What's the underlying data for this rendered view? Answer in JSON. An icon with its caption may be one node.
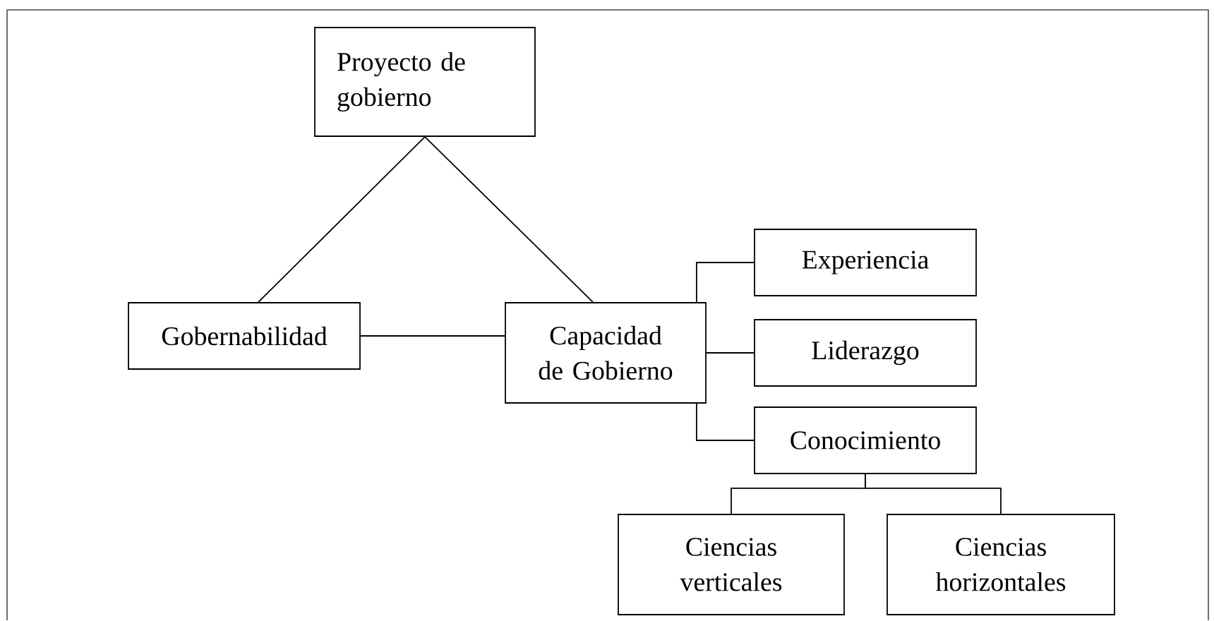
{
  "diagram": {
    "nodes": [
      {
        "text": [
          "Proyecto de gobierno"
        ]
      },
      {
        "text": [
          "Gobernabilidad"
        ]
      },
      {
        "text": [
          "Capacidad de Gobierno"
        ]
      },
      {
        "text": [
          "Experiencia"
        ]
      },
      {
        "text": [
          "Liderazgo"
        ]
      },
      {
        "text": [
          "Conocimiento"
        ]
      },
      {
        "text": [
          "Ciencias verticales"
        ]
      },
      {
        "text": [
          "Ciencias horizontales"
        ]
      }
    ],
    "edges": [
      {
        "from": 0,
        "to": 1,
        "arrow": "none"
      },
      {
        "from": 0,
        "to": 2,
        "arrow": "none"
      },
      {
        "from": 1,
        "to": 2,
        "arrow": "none"
      },
      {
        "from": 2,
        "to": 3,
        "arrow": "none"
      },
      {
        "from": 2,
        "to": 4,
        "arrow": "none"
      },
      {
        "from": 2,
        "to": 5,
        "arrow": "none"
      },
      {
        "from": 5,
        "to": 6,
        "arrow": "none"
      },
      {
        "from": 5,
        "to": 7,
        "arrow": "none"
      }
    ]
  }
}
